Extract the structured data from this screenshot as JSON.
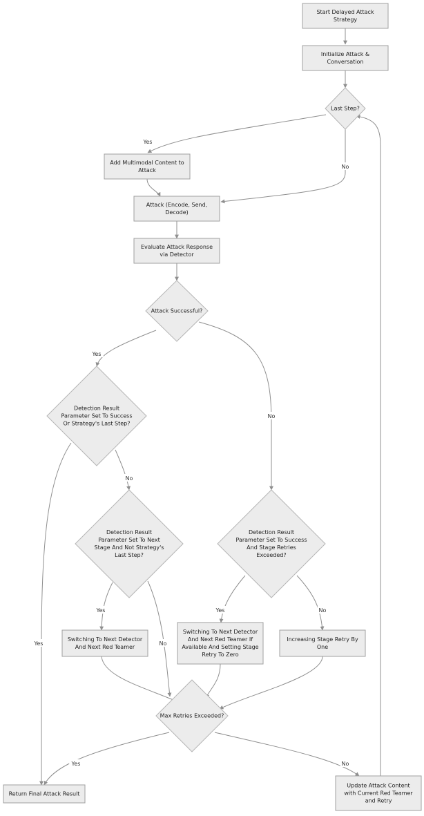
{
  "diagram": {
    "nodes": [
      {
        "id": "start",
        "lines": [
          "Start Delayed Attack",
          "Strategy"
        ]
      },
      {
        "id": "init",
        "lines": [
          "Initialize Attack &",
          "Conversation"
        ]
      },
      {
        "id": "last_step",
        "lines": [
          "Last Step?"
        ]
      },
      {
        "id": "add_multimodal",
        "lines": [
          "Add Multimodal Content to",
          "Attack"
        ]
      },
      {
        "id": "attack",
        "lines": [
          "Attack (Encode, Send,",
          "Decode)"
        ]
      },
      {
        "id": "evaluate",
        "lines": [
          "Evaluate Attack Response",
          "via Detector"
        ]
      },
      {
        "id": "attack_successful",
        "lines": [
          "Attack Successful?"
        ]
      },
      {
        "id": "det_success_or_last",
        "lines": [
          "Detection Result",
          "Parameter Set To Success",
          "Or Strategy's Last Step?"
        ]
      },
      {
        "id": "det_next_stage",
        "lines": [
          "Detection Result",
          "Parameter Set To Next",
          "Stage And Not Strategy's",
          "Last Step?"
        ]
      },
      {
        "id": "det_success_retries",
        "lines": [
          "Detection Result",
          "Parameter Set To Success",
          "And Stage Retries",
          "Exceeded?"
        ]
      },
      {
        "id": "switch_detector",
        "lines": [
          "Switching To Next Detector",
          "And Next Red Teamer"
        ]
      },
      {
        "id": "switch_detector_reset",
        "lines": [
          "Switching To Next Detector",
          "And Next Red Teamer If",
          "Available And Setting Stage",
          "Retry To Zero"
        ]
      },
      {
        "id": "increase_retry",
        "lines": [
          "Increasing Stage Retry By",
          "One"
        ]
      },
      {
        "id": "max_retries",
        "lines": [
          "Max Retries Exceeded?"
        ]
      },
      {
        "id": "return_result",
        "lines": [
          "Return Final Attack Result"
        ]
      },
      {
        "id": "update_content",
        "lines": [
          "Update Attack Content",
          "with Current Red Teamer",
          "and Retry"
        ]
      }
    ],
    "edge_labels": {
      "last_yes": "Yes",
      "last_no": "No",
      "success_yes": "Yes",
      "success_no": "No",
      "d1_no": "No",
      "d1_yes": "Yes",
      "d2_yes": "Yes",
      "d2_no": "No",
      "d3_yes": "Yes",
      "d3_no": "No",
      "max_yes": "Yes",
      "max_no": "No"
    },
    "colors": {
      "node_fill": "#ececec",
      "node_stroke": "#9f9f9f",
      "edge": "#8f8f8f",
      "text": "#222222"
    }
  }
}
